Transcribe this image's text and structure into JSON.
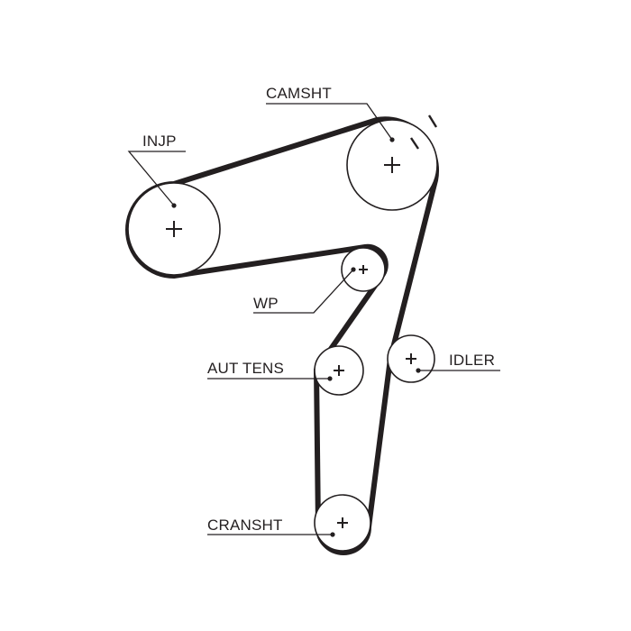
{
  "diagram": {
    "labels": {
      "camshaft": "CAMSHT",
      "injection_pump": "INJP",
      "water_pump": "WP",
      "auto_tensioner": "AUT TENS",
      "idler": "IDLER",
      "crankshaft": "CRANSHT"
    },
    "colors": {
      "ink": "#231f20",
      "background": "#ffffff"
    },
    "icons": {
      "center_marker": "plus-icon",
      "timing_mark": "timing-mark-icon"
    }
  }
}
